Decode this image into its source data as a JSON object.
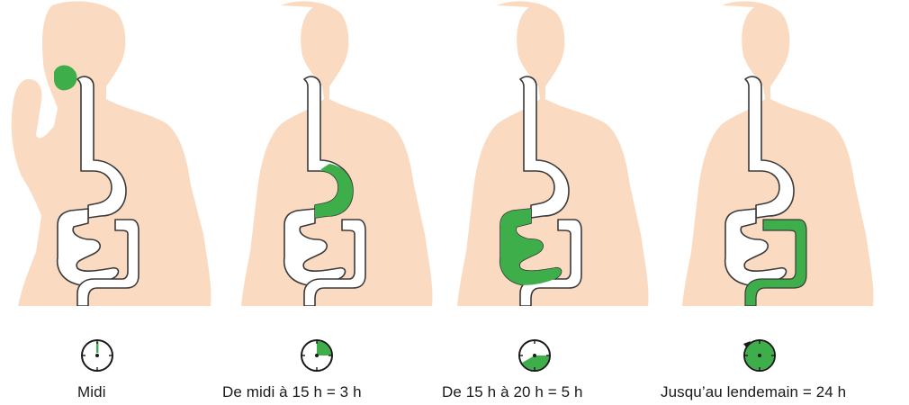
{
  "colors": {
    "skin": "#FADBC1",
    "tract_fill": "#ffffff",
    "tract_stroke": "#3a3a3a",
    "food": "#3DAE49",
    "clock_face": "#ffffff",
    "clock_stroke": "#1a1a1a"
  },
  "stages": [
    {
      "caption": "Midi",
      "food_location": "mouth",
      "clock_elapsed_hours": 0
    },
    {
      "caption": "De midi à 15 h = 3 h",
      "food_location": "stomach",
      "clock_elapsed_hours": 3
    },
    {
      "caption": "De 15 h à 20 h = 5 h",
      "food_location": "small-intestine",
      "clock_elapsed_hours": 5
    },
    {
      "caption": "Jusqu’au lendemain = 24 h",
      "food_location": "large-intestine",
      "clock_elapsed_hours": 24
    }
  ]
}
